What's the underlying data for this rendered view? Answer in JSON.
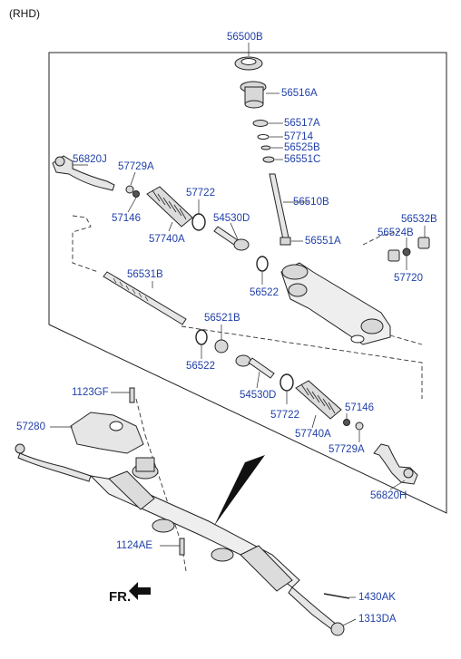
{
  "variant_label": "(RHD)",
  "direction_label": "FR.",
  "parts": {
    "p56500B": "56500B",
    "p56516A": "56516A",
    "p56517A": "56517A",
    "p57714": "57714",
    "p56525B": "56525B",
    "p56551C": "56551C",
    "p56510B": "56510B",
    "p56551A": "56551A",
    "p56532B": "56532B",
    "p56524B": "56524B",
    "p57720": "57720",
    "p56820J": "56820J",
    "p57729A_top": "57729A",
    "p57146_top": "57146",
    "p57722_top": "57722",
    "p57740A_top": "57740A",
    "p54530D_top": "54530D",
    "p56522_top": "56522",
    "p56531B": "56531B",
    "p56521B": "56521B",
    "p56522_mid": "56522",
    "p54530D_mid": "54530D",
    "p57722_mid": "57722",
    "p57740A_mid": "57740A",
    "p57146_mid": "57146",
    "p57729A_mid": "57729A",
    "p56820H": "56820H",
    "p1123GF": "1123GF",
    "p57280": "57280",
    "p1124AE": "1124AE",
    "p1430AK": "1430AK",
    "p1313DA": "1313DA"
  },
  "colors": {
    "part_label": "#1f3fa8",
    "line": "#222222",
    "part_fill": "#d8d8d8"
  }
}
